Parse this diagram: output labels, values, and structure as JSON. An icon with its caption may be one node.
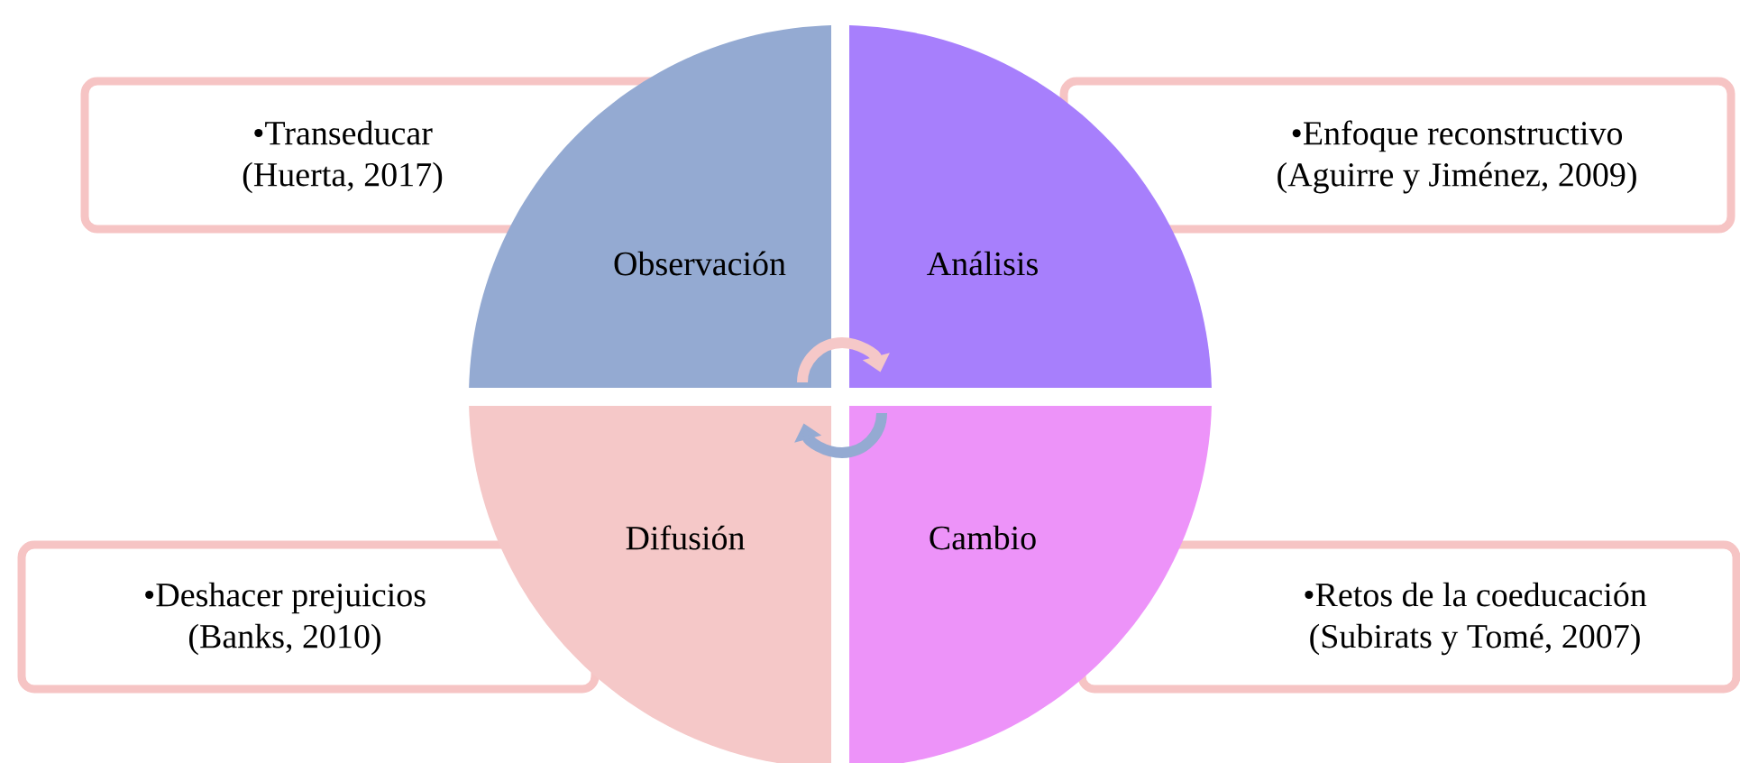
{
  "diagram": {
    "nodes": [
      {
        "text": [
          "Observación"
        ]
      },
      {
        "text": [
          "Análisis"
        ]
      },
      {
        "text": [
          "Difusión"
        ]
      },
      {
        "text": [
          "Cambio"
        ]
      },
      {
        "text": [
          "•Transeducar",
          "(Huerta, 2017)"
        ]
      },
      {
        "text": [
          "•Enfoque reconstructivo",
          "(Aguirre y Jiménez, 2009)"
        ]
      },
      {
        "text": [
          "•Deshacer prejuicios",
          "(Banks, 2010)"
        ]
      },
      {
        "text": [
          "•Retos de la coeducación",
          "(Subirats y Tomé, 2007)"
        ]
      }
    ],
    "edges": [
      {
        "from": 0,
        "to": 1,
        "arrow": "to",
        "color": "#f5c8c8"
      },
      {
        "from": 3,
        "to": 2,
        "arrow": "to",
        "color": "#94aad2"
      }
    ]
  }
}
